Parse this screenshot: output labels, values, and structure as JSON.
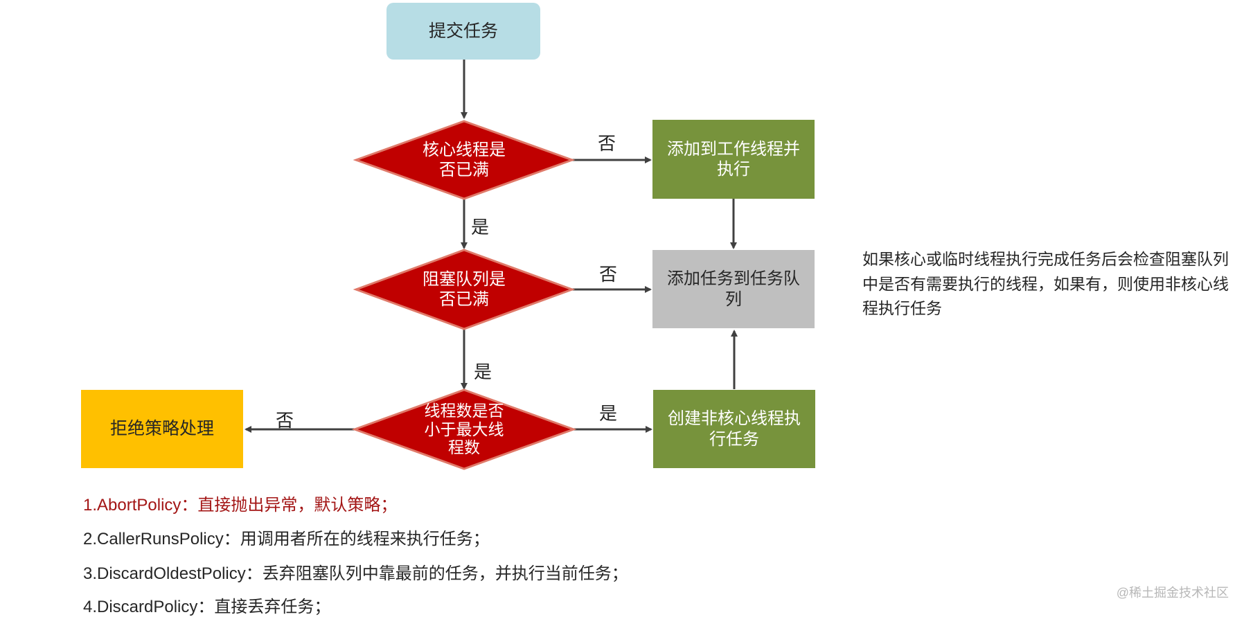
{
  "nodes": {
    "submit": "提交任务",
    "core_full": "核心线程是\n否已满",
    "add_worker": "添加到工作线程并\n执行",
    "queue_full": "阻塞队列是\n否已满",
    "add_queue": "添加任务到任务队\n列",
    "max_threads": "线程数是否\n小于最大线\n程数",
    "create_noncore": "创建非核心线程执\n行任务",
    "reject": "拒绝策略处理"
  },
  "edge_labels": {
    "core_no": "否",
    "core_yes": "是",
    "queue_no": "否",
    "queue_yes": "是",
    "max_yes": "是",
    "max_no": "否"
  },
  "note": "如果核心或临时线程执行完成任务后会检查阻塞队列中是否有需要执行的线程，如果有，则使用非核心线程执行任务",
  "policies": [
    "1.AbortPolicy：直接抛出异常，默认策略；",
    "2.CallerRunsPolicy：用调用者所在的线程来执行任务；",
    "3.DiscardOldestPolicy：丢弃阻塞队列中靠最前的任务，并执行当前任务；",
    "4.DiscardPolicy：直接丢弃任务；"
  ],
  "watermark": "@稀土掘金技术社区",
  "colors": {
    "start": "#b7dde5",
    "decision": "#c00000",
    "decision_border": "#e07a6a",
    "action": "#77933c",
    "queue": "#bfbfbf",
    "reject": "#ffc000",
    "arrow": "#404040",
    "highlight_text": "#a31515"
  }
}
